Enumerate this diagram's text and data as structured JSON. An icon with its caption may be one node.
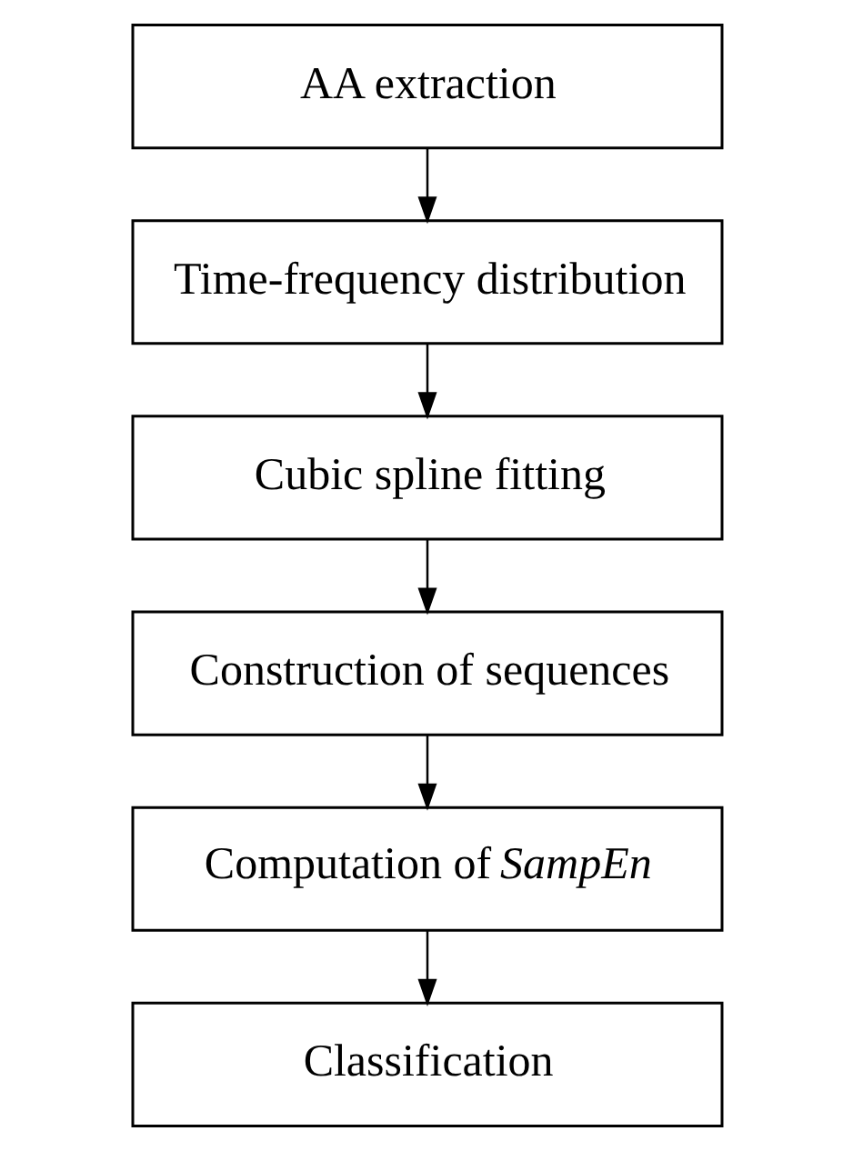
{
  "diagram": {
    "nodes": [
      {
        "text": [
          "AA extraction"
        ]
      },
      {
        "text": [
          "Time-frequency distribution"
        ]
      },
      {
        "text": [
          "Cubic spline fitting"
        ]
      },
      {
        "text": [
          "Construction of sequences"
        ]
      },
      {
        "text": [
          "Computation of *SampEn*"
        ]
      },
      {
        "text": [
          "Classification"
        ]
      }
    ],
    "edges": [
      {
        "from": 0,
        "to": 1,
        "arrow": "to"
      },
      {
        "from": 1,
        "to": 2,
        "arrow": "to"
      },
      {
        "from": 2,
        "to": 3,
        "arrow": "to"
      },
      {
        "from": 3,
        "to": 4,
        "arrow": "to"
      },
      {
        "from": 4,
        "to": 5,
        "arrow": "to"
      }
    ]
  }
}
